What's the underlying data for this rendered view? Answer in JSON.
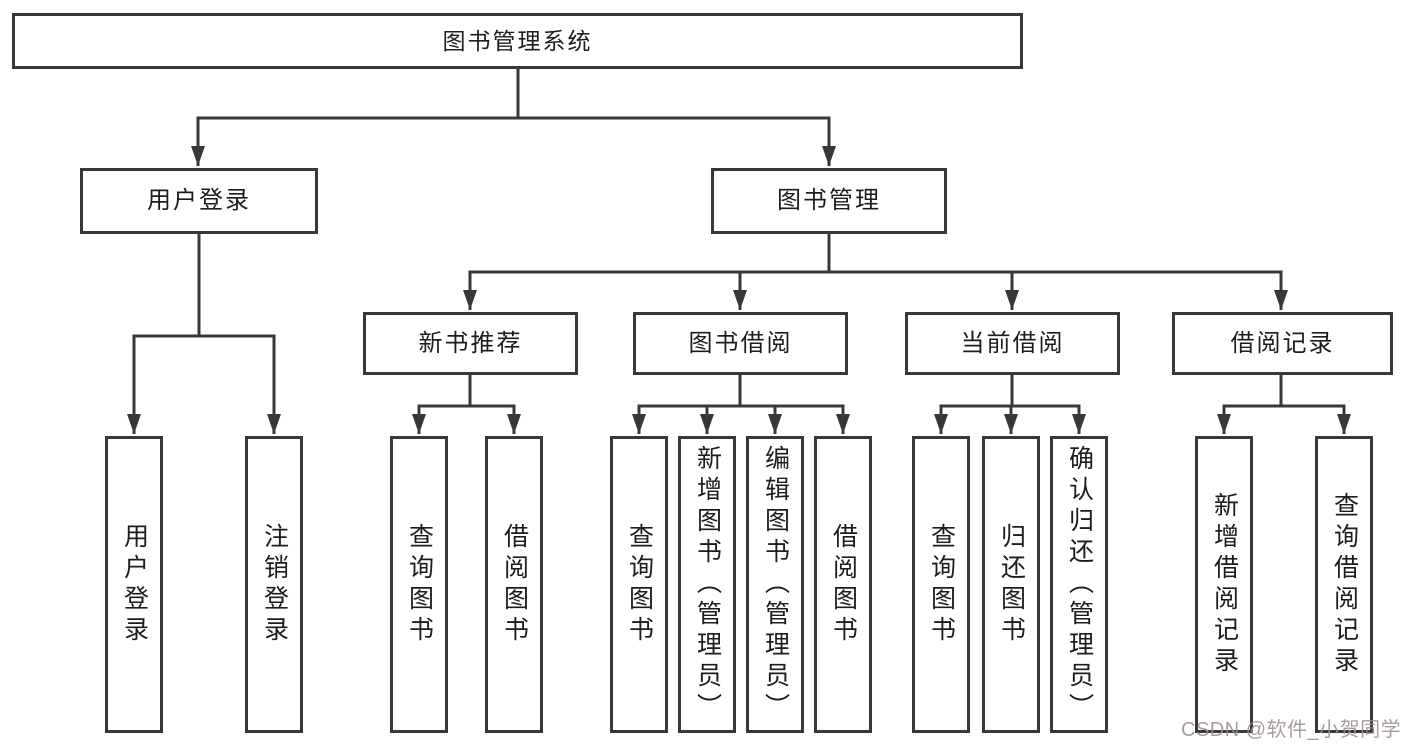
{
  "diagram": {
    "root": "图书管理系统",
    "branches": [
      {
        "label": "用户登录",
        "children": [
          "用户登录",
          "注销登录"
        ]
      },
      {
        "label": "图书管理",
        "groups": [
          {
            "label": "新书推荐",
            "children": [
              "查询图书",
              "借阅图书"
            ]
          },
          {
            "label": "图书借阅",
            "children": [
              "查询图书",
              "新增图书（管理员）",
              "编辑图书（管理员）",
              "借阅图书"
            ]
          },
          {
            "label": "当前借阅",
            "children": [
              "查询图书",
              "归还图书",
              "确认归还（管理员）"
            ]
          },
          {
            "label": "借阅记录",
            "children": [
              "新增借阅记录",
              "查询借阅记录"
            ]
          }
        ]
      }
    ]
  },
  "watermark": {
    "text": "CSDN @软件_小贺同学"
  },
  "colors": {
    "line": "#383838",
    "box_border": "#383838",
    "text": "#1d1d1d",
    "background": "#ffffff",
    "watermark": "#9e9293"
  }
}
